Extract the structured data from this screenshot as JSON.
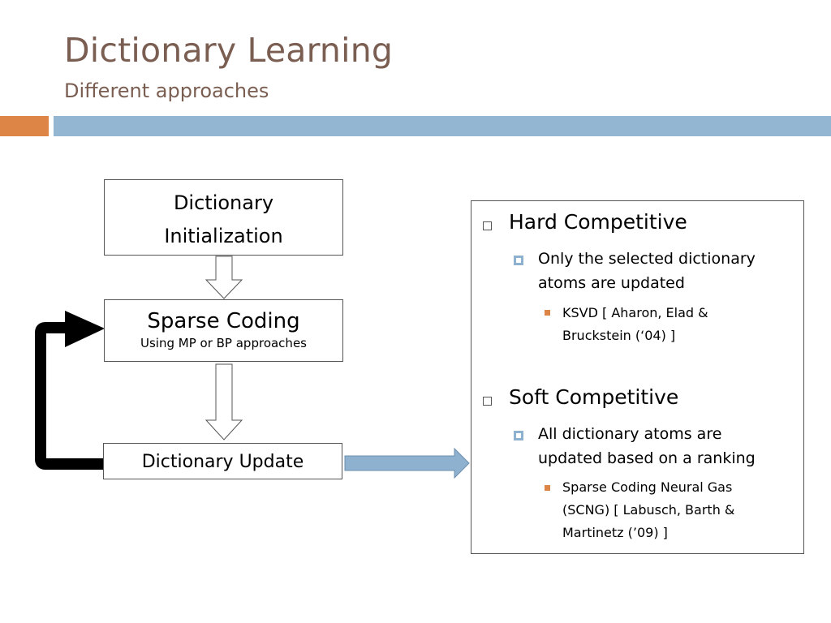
{
  "slide": {
    "title": "Dictionary Learning",
    "subtitle": "Different approaches"
  },
  "colors": {
    "title": "#7b5e52",
    "accent_orange": "#dd8547",
    "accent_blue": "#93b6d2",
    "arrow_blue": "#8eb1d0",
    "loop_arrow": "#000000",
    "bullet_blue": "#8eb1d0",
    "bullet_orange": "#dd8547"
  },
  "diagram": {
    "init_line1": "Dictionary",
    "init_line2": "Initialization",
    "sparse_title": "Sparse Coding",
    "sparse_note": "Using MP or BP approaches",
    "update_label": "Dictionary Update"
  },
  "panel": {
    "hard": {
      "heading": "Hard Competitive",
      "detail": "Only the selected dictionary atoms are updated",
      "ref": "KSVD [ Aharon, Elad & Bruckstein (‘04) ]"
    },
    "soft": {
      "heading": "Soft Competitive",
      "detail": "All dictionary atoms are updated based on a ranking",
      "ref": "Sparse Coding Neural Gas (SCNG) [ Labusch, Barth & Martinetz (’09) ]"
    }
  },
  "icons": {
    "level1_bullet": "hollow-square-icon",
    "level2_bullet": "framed-square-icon",
    "level3_bullet": "filled-square-icon"
  }
}
